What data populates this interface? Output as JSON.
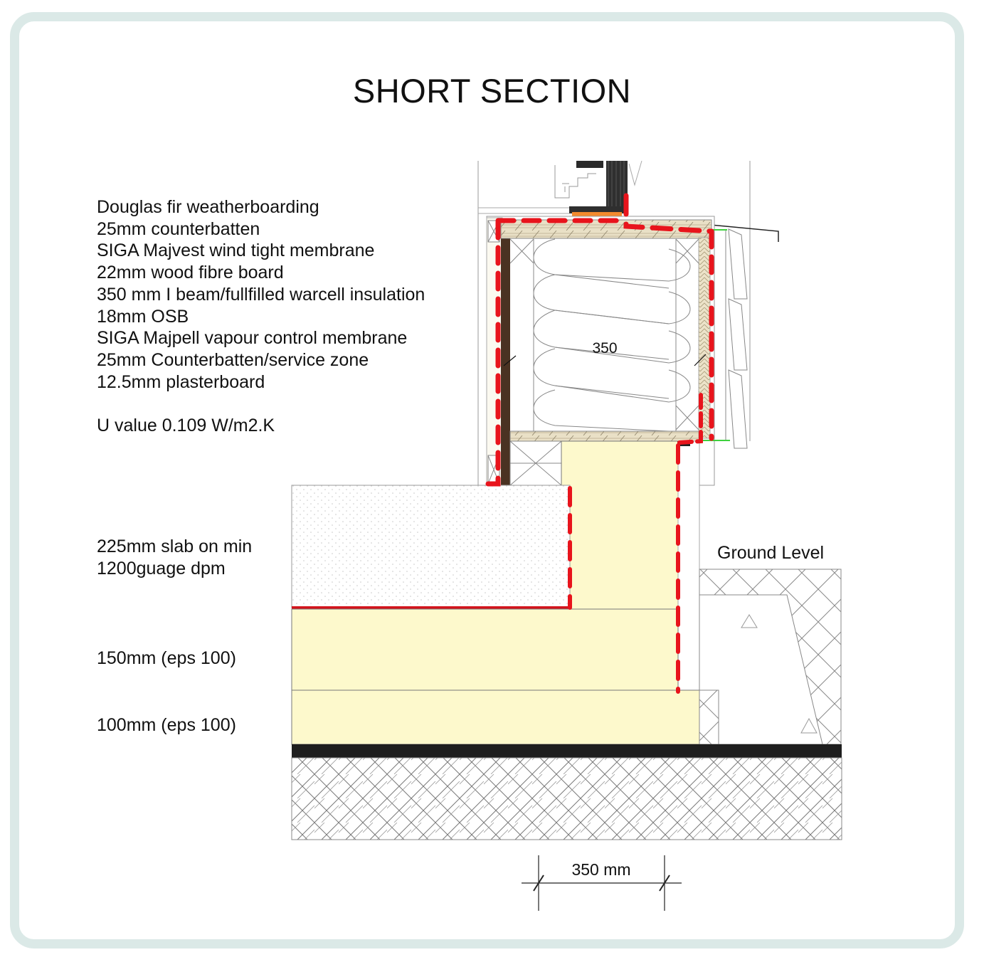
{
  "title": "SHORT SECTION",
  "wall_build_up": [
    "Douglas fir weatherboarding",
    "25mm counterbatten",
    "SIGA Majvest wind tight membrane",
    "22mm wood fibre board",
    "350 mm I beam/fullfilled warcell insulation",
    "18mm OSB",
    "SIGA Majpell vapour control membrane",
    "25mm Counterbatten/service zone",
    "12.5mm plasterboard"
  ],
  "u_value": "U value 0.109 W/m2.K",
  "floor_labels": {
    "slab_line1": "225mm slab on min",
    "slab_line2": "1200guage dpm",
    "eps_150": "150mm (eps 100)",
    "eps_100": "100mm (eps 100)"
  },
  "ground_level_label": "Ground Level",
  "wall_dimension": "350",
  "foundation_dimension": "350 mm",
  "colors": {
    "frame_border": "#dbe9e7",
    "airtight_line_red": "#e8141c",
    "insulation_fill": "#fdf9cc",
    "timber_fill": "#e6dcc2",
    "dark_timber": "#4a3222",
    "dpm_black": "#1e1e1e",
    "flashing_green": "#3fd13f",
    "seal_orange": "#f28a2e"
  }
}
